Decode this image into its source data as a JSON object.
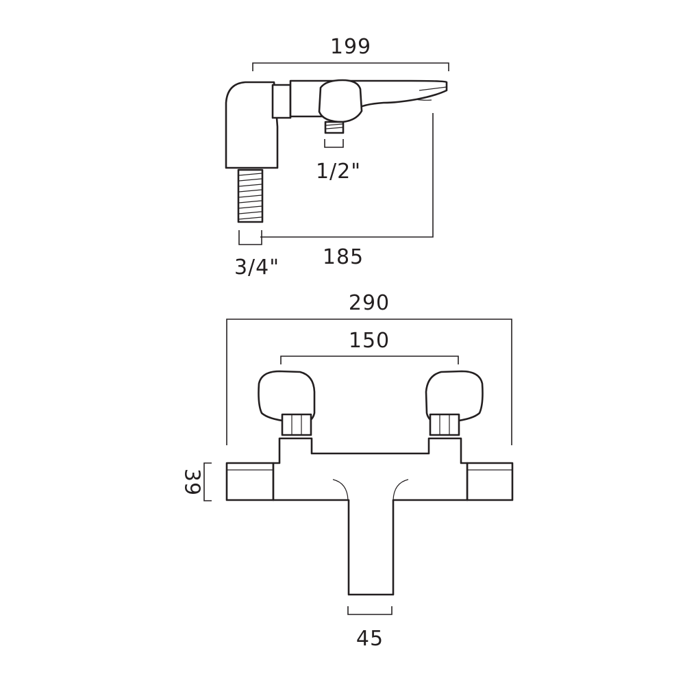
{
  "side_view": {
    "overall_length": "199",
    "inlet_to_spout": "185",
    "inlet_thread": "3/4\"",
    "outlet_thread": "1/2\""
  },
  "front_view": {
    "overall_width": "290",
    "centres": "150",
    "body_height": "39",
    "spout_width": "45"
  },
  "colors": {
    "line": "#231f20",
    "background": "#ffffff"
  }
}
